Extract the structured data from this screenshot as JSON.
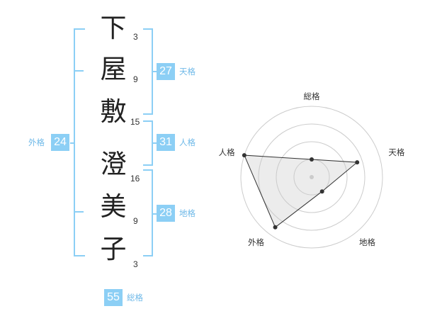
{
  "name": {
    "chars": [
      {
        "char": "下",
        "strokes": "3"
      },
      {
        "char": "屋",
        "strokes": "9"
      },
      {
        "char": "敷",
        "strokes": "15"
      },
      {
        "char": "澄",
        "strokes": "16"
      },
      {
        "char": "美",
        "strokes": "9"
      },
      {
        "char": "子",
        "strokes": "3"
      }
    ]
  },
  "scores": {
    "tenkaku": {
      "label": "天格",
      "value": "27"
    },
    "jinkaku": {
      "label": "人格",
      "value": "31"
    },
    "chikaku": {
      "label": "地格",
      "value": "28"
    },
    "gaikaku": {
      "label": "外格",
      "value": "24"
    },
    "soukaku": {
      "label": "総格",
      "value": "55"
    }
  },
  "colors": {
    "accent": "#8ccff5",
    "label": "#6fb9e8"
  },
  "chart_data": {
    "type": "radar",
    "axes": [
      "総格",
      "天格",
      "地格",
      "外格",
      "人格"
    ],
    "max": 4,
    "rings": 4,
    "values": [
      1,
      2.7,
      1,
      3.5,
      4
    ]
  }
}
